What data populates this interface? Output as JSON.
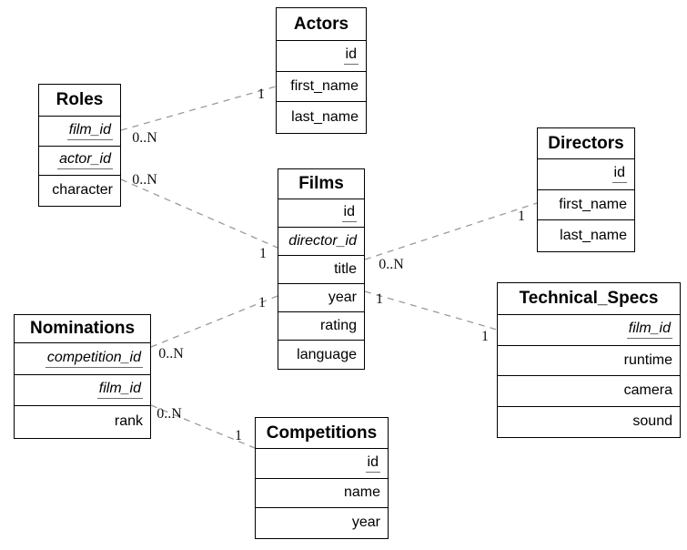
{
  "diagram_type": "entity-relationship",
  "colors": {
    "background": "#ffffff",
    "table_fill": "#ffffff",
    "table_border": "#000000",
    "relationship_line": "#9a9a9a",
    "text": "#000000",
    "primary_key_underline": "#6d6d6d"
  },
  "tables": [
    {
      "title": "Actors",
      "fields": [
        {
          "label": "id",
          "key": "primary"
        },
        {
          "label": "first_name",
          "key": "none"
        },
        {
          "label": "last_name",
          "key": "none"
        }
      ]
    },
    {
      "title": "Roles",
      "fields": [
        {
          "label": "film_id",
          "key": "primary-foreign"
        },
        {
          "label": "actor_id",
          "key": "primary-foreign"
        },
        {
          "label": "character",
          "key": "none"
        }
      ]
    },
    {
      "title": "Films",
      "fields": [
        {
          "label": "id",
          "key": "primary"
        },
        {
          "label": "director_id",
          "key": "foreign"
        },
        {
          "label": "title",
          "key": "none"
        },
        {
          "label": "year",
          "key": "none"
        },
        {
          "label": "rating",
          "key": "none"
        },
        {
          "label": "language",
          "key": "none"
        }
      ]
    },
    {
      "title": "Directors",
      "fields": [
        {
          "label": "id",
          "key": "primary"
        },
        {
          "label": "first_name",
          "key": "none"
        },
        {
          "label": "last_name",
          "key": "none"
        }
      ]
    },
    {
      "title": "Nominations",
      "fields": [
        {
          "label": "competition_id",
          "key": "primary-foreign"
        },
        {
          "label": "film_id",
          "key": "primary-foreign"
        },
        {
          "label": "rank",
          "key": "none"
        }
      ]
    },
    {
      "title": "Technical_Specs",
      "fields": [
        {
          "label": "film_id",
          "key": "primary-foreign"
        },
        {
          "label": "runtime",
          "key": "none"
        },
        {
          "label": "camera",
          "key": "none"
        },
        {
          "label": "sound",
          "key": "none"
        }
      ]
    },
    {
      "title": "Competitions",
      "fields": [
        {
          "label": "id",
          "key": "primary"
        },
        {
          "label": "name",
          "key": "none"
        },
        {
          "label": "year",
          "key": "none"
        }
      ]
    }
  ],
  "relationships": [
    {
      "from_table": "Roles",
      "to_table": "Actors",
      "from_cardinality": "0..N",
      "to_cardinality": "1"
    },
    {
      "from_table": "Roles",
      "to_table": "Films",
      "from_cardinality": "0..N",
      "to_cardinality": "1"
    },
    {
      "from_table": "Films",
      "to_table": "Directors",
      "from_cardinality": "0..N",
      "to_cardinality": "1"
    },
    {
      "from_table": "Nominations",
      "to_table": "Films",
      "from_cardinality": "0..N",
      "to_cardinality": "1"
    },
    {
      "from_table": "Films",
      "to_table": "Technical_Specs",
      "from_cardinality": "1",
      "to_cardinality": "1"
    },
    {
      "from_table": "Nominations",
      "to_table": "Competitions",
      "from_cardinality": "0..N",
      "to_cardinality": "1"
    }
  ]
}
